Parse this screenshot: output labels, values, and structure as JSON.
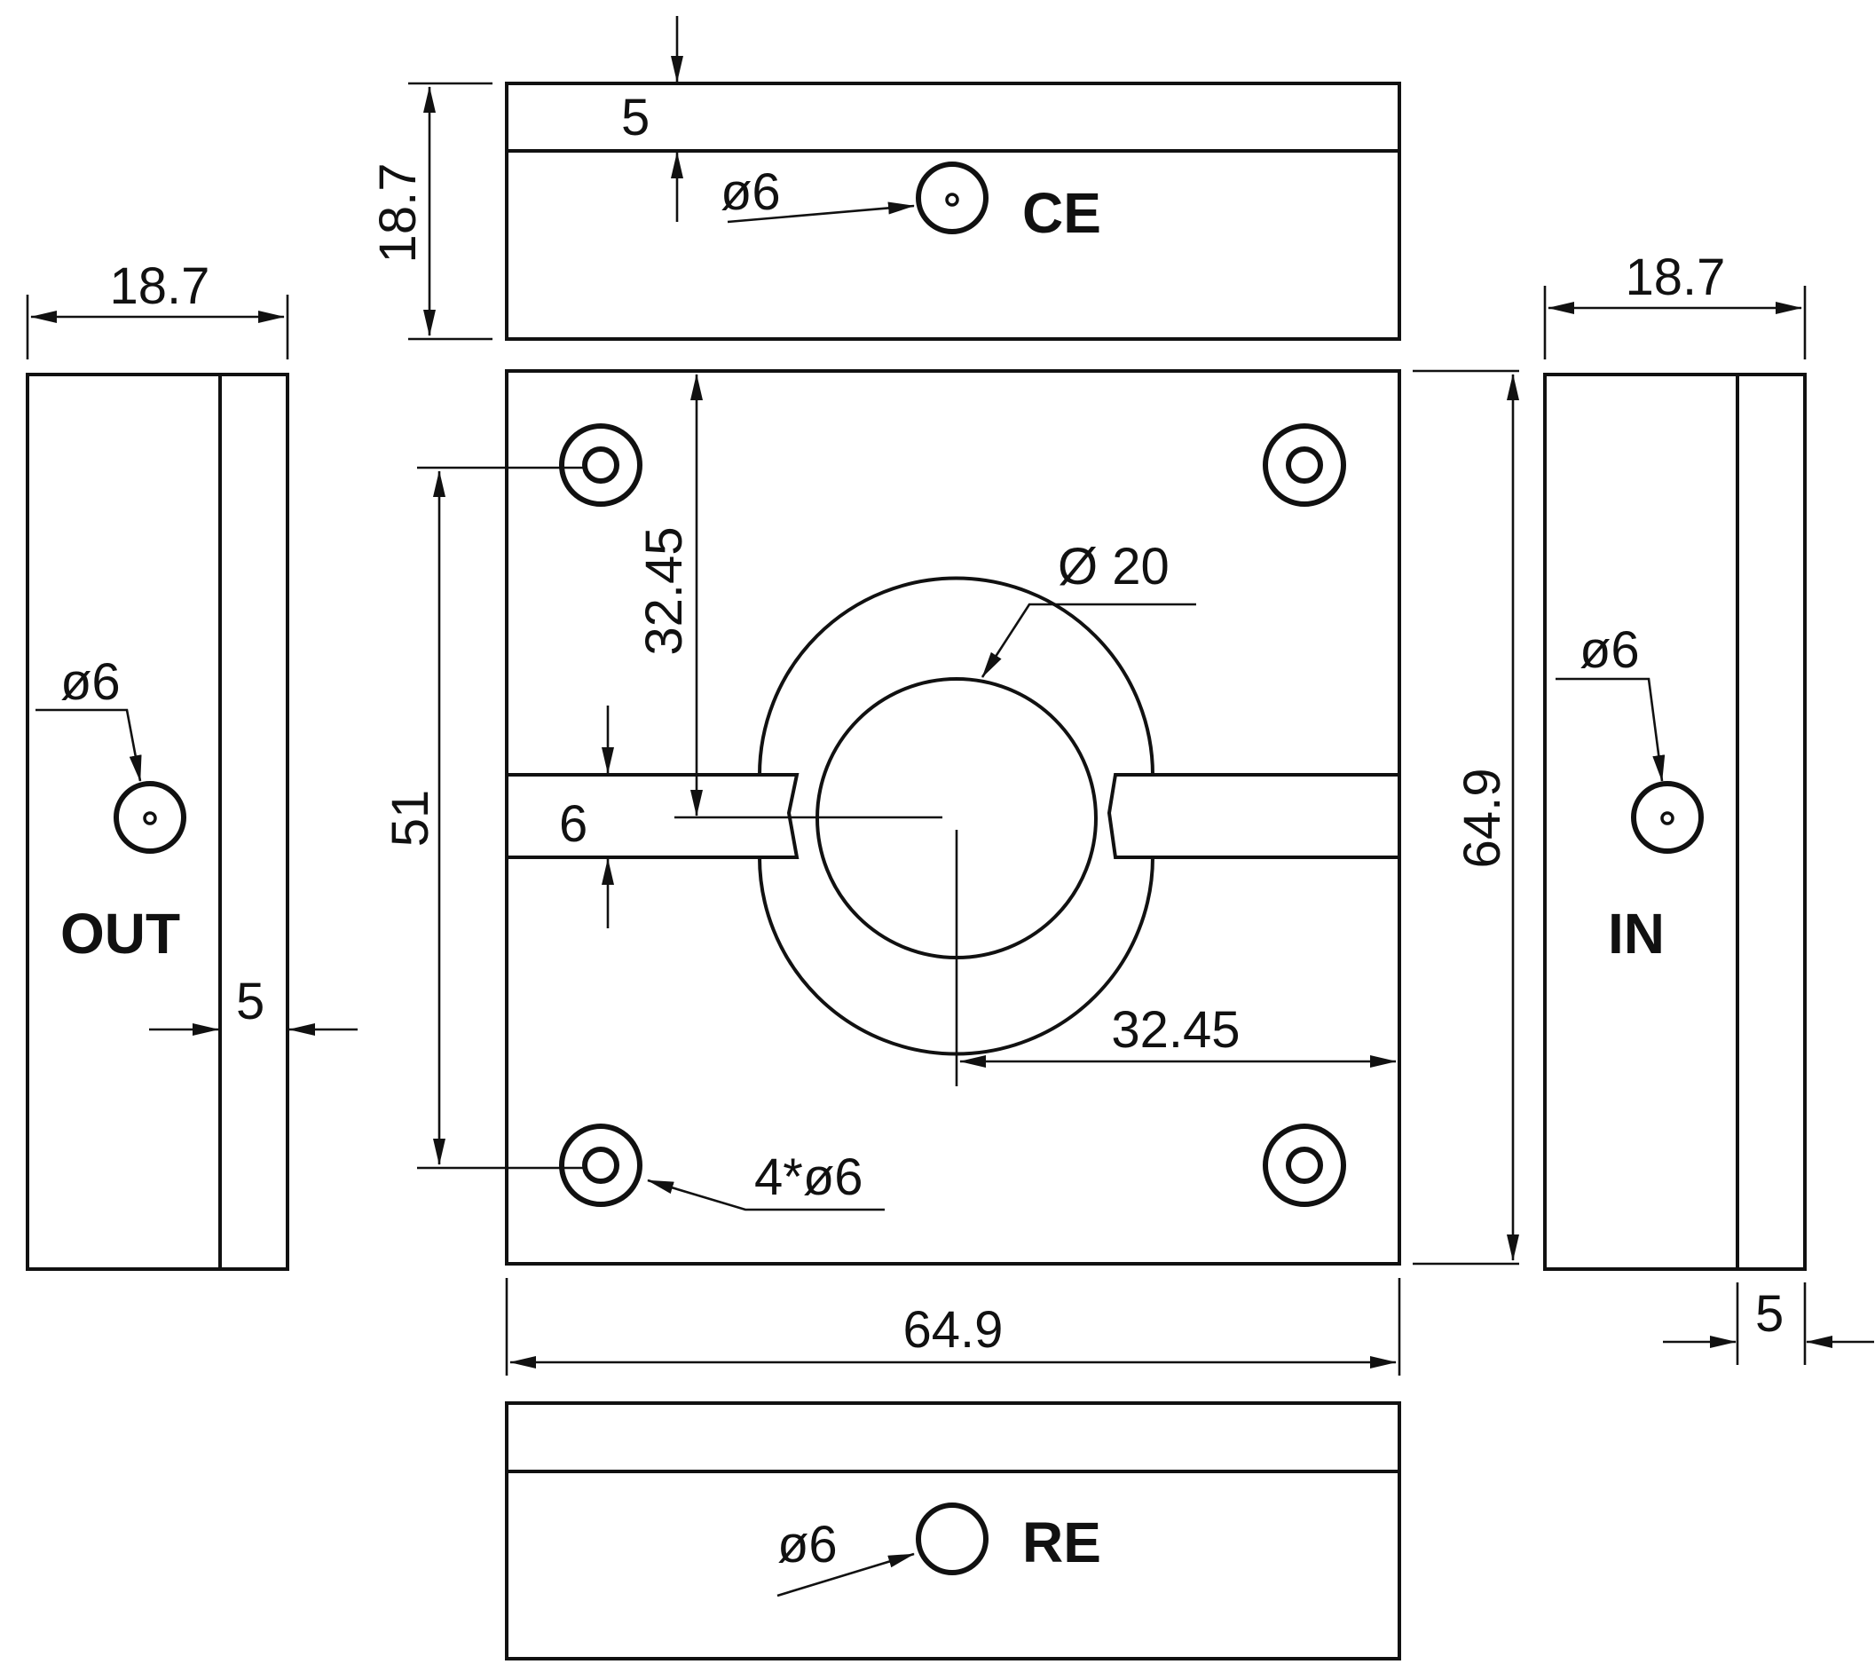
{
  "labels": {
    "ce": "CE",
    "re": "RE",
    "out": "OUT",
    "in": "IN"
  },
  "dimensions": {
    "ce_height": "18.7",
    "ce_wall": "5",
    "out_width": "18.7",
    "out_wall": "5",
    "in_width": "18.7",
    "in_wall": "5",
    "plate_width": "64.9",
    "plate_height": "64.9",
    "hole_spacing": "51",
    "channel_width": "6",
    "center_offset_vertical": "32.45",
    "center_offset_horizontal": "32.45",
    "bore_diameter": "Ø 20"
  },
  "callouts": {
    "ce_port": "ø6",
    "re_port": "ø6",
    "out_port": "ø6",
    "in_port": "ø6",
    "mount_holes": "4*ø6"
  },
  "colors": {
    "line": "#111111",
    "background": "#ffffff"
  }
}
